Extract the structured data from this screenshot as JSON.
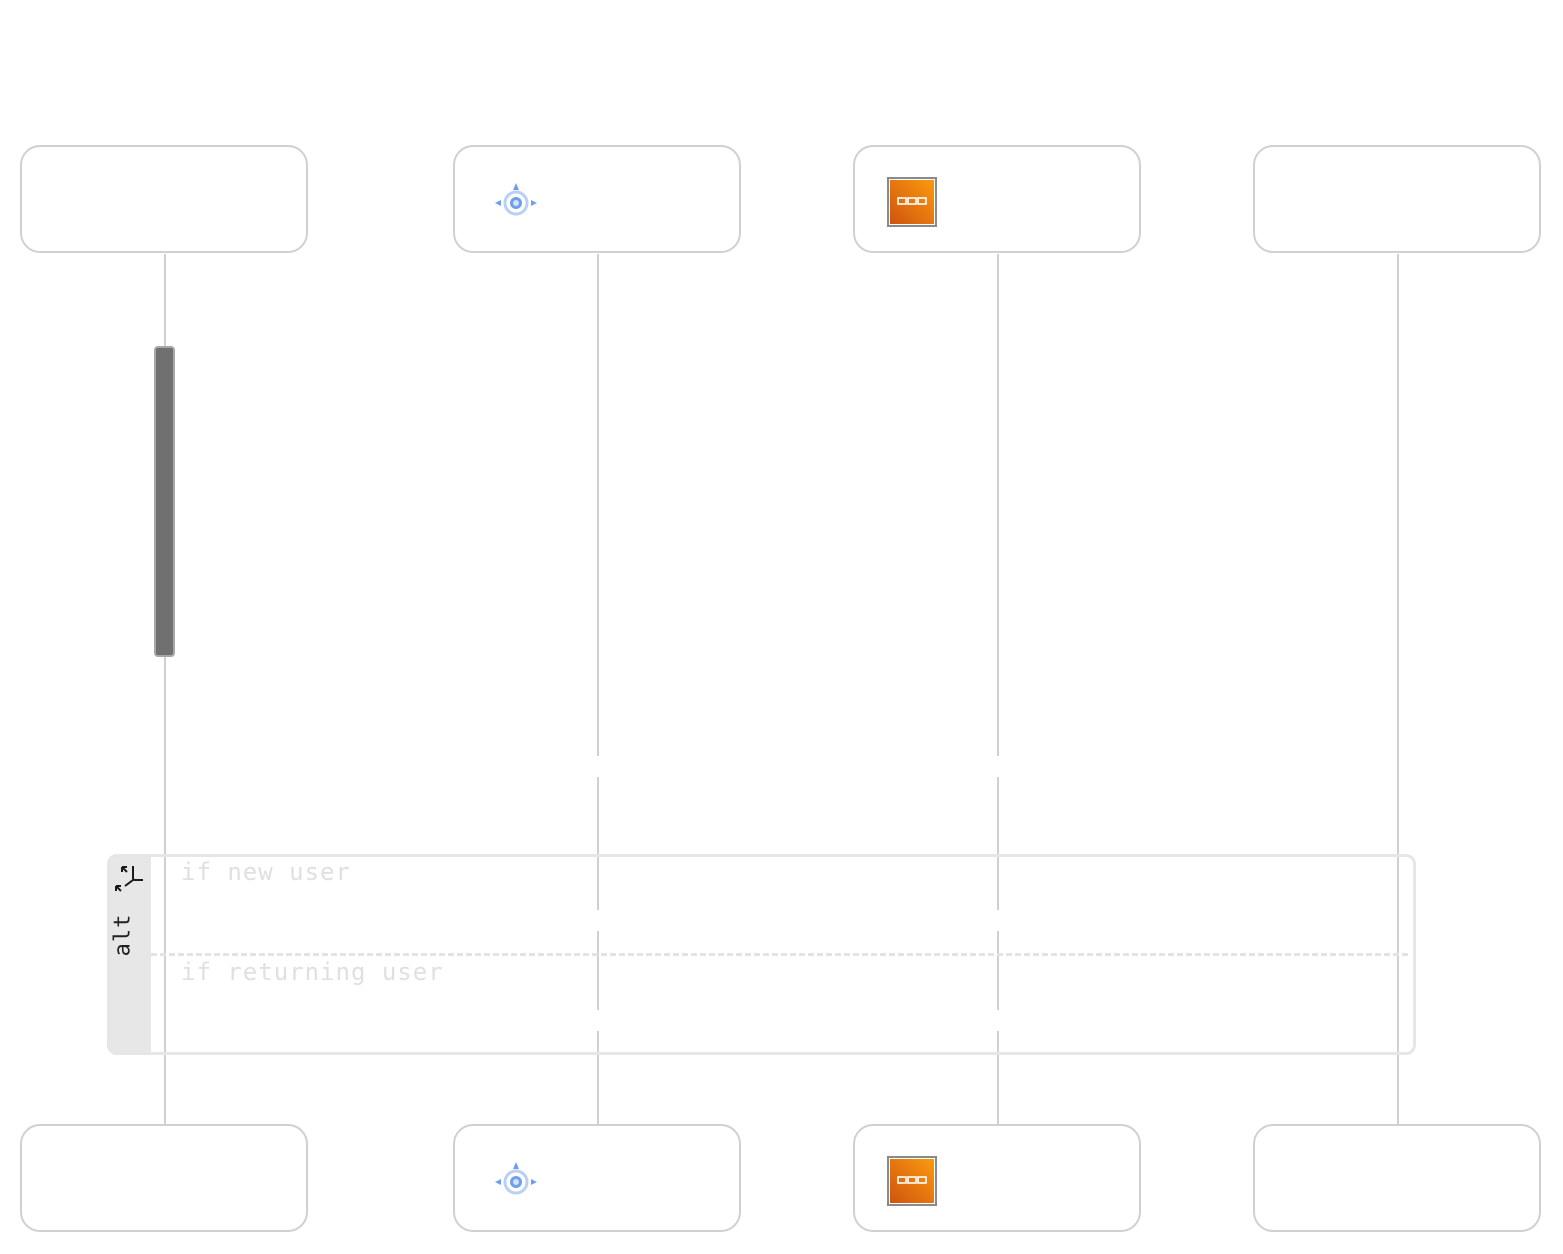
{
  "participants": [
    {
      "id": "p1",
      "icon": null
    },
    {
      "id": "p2",
      "icon": "target-crosshair-icon"
    },
    {
      "id": "p3",
      "icon": "orange-link-chain-icon"
    },
    {
      "id": "p4",
      "icon": null
    }
  ],
  "alt_fragment": {
    "operator": "alt",
    "branch_icon": "branch-split-icon",
    "conditions": [
      "if new user",
      "if returning user"
    ]
  },
  "colors": {
    "box_border": "#d0d0d0",
    "lifeline": "#d0d0d0",
    "activation": "#707070",
    "fragment_border": "#e6e6e6",
    "fragment_sidebar": "#e7e7e7",
    "guard_text": "#e0e0e0",
    "target_icon": "#6f9fea",
    "link_icon": "#f08a12"
  }
}
